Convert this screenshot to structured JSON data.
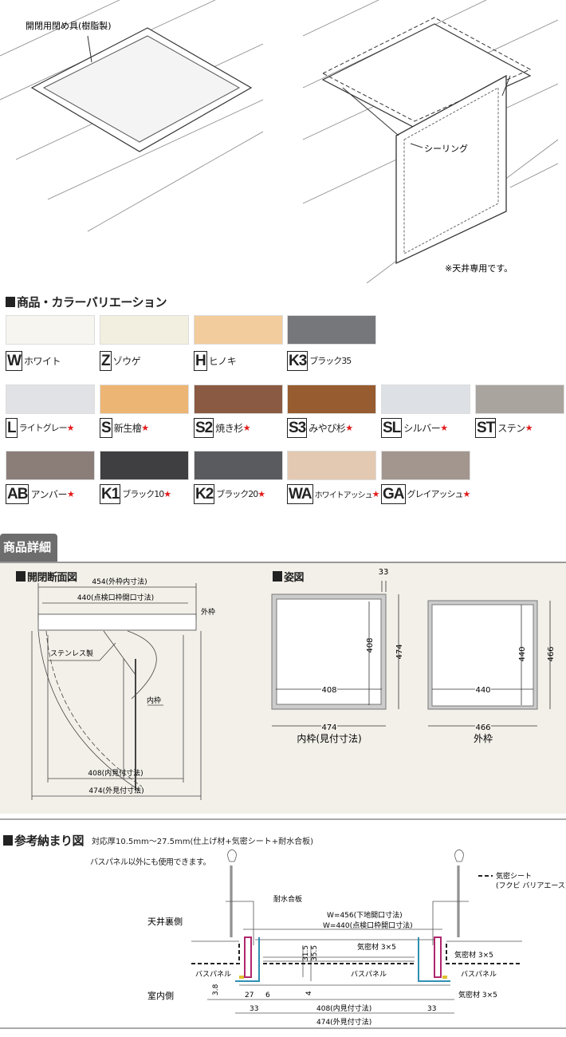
{
  "illustration": {
    "latch_label": "開閉用閉め具(樹脂製)",
    "sealing_label": "シーリング",
    "ceiling_only_note": "※天井専用です。"
  },
  "colors_section": {
    "title": "商品・カラーバリエーション",
    "star": "★",
    "rows": [
      [
        {
          "code": "W",
          "name": "ホワイト",
          "color": "#f6f5f0",
          "star": false
        },
        {
          "code": "Z",
          "name": "ゾウゲ",
          "color": "#f3efe0",
          "star": false
        },
        {
          "code": "H",
          "name": "ヒノキ",
          "color": "#f2cc9c",
          "star": false
        },
        {
          "code": "K3",
          "name": "ブラック35",
          "color": "#76777b",
          "star": false
        }
      ],
      [
        {
          "code": "L",
          "name": "ライトグレー",
          "color": "#e1e2e6",
          "star": true
        },
        {
          "code": "S",
          "name": "新生檜",
          "color": "#edb574",
          "star": true
        },
        {
          "code": "S2",
          "name": "焼き杉",
          "color": "#8a5a42",
          "star": true
        },
        {
          "code": "S3",
          "name": "みやび杉",
          "color": "#975c2f",
          "star": true
        },
        {
          "code": "SL",
          "name": "シルバー",
          "color": "#dde1e6",
          "star": true
        },
        {
          "code": "ST",
          "name": "ステン",
          "color": "#a9a49d",
          "star": true
        }
      ],
      [
        {
          "code": "AB",
          "name": "アンバー",
          "color": "#8b7e79",
          "star": true
        },
        {
          "code": "K1",
          "name": "ブラック10",
          "color": "#3f3f41",
          "star": true
        },
        {
          "code": "K2",
          "name": "ブラック20",
          "color": "#5a5b5e",
          "star": true
        },
        {
          "code": "WA",
          "name": "ホワイトアッシュ",
          "color": "#e3c9b1",
          "star": true
        },
        {
          "code": "GA",
          "name": "グレイアッシュ",
          "color": "#a2968f",
          "star": true
        }
      ]
    ]
  },
  "details": {
    "tab": "商品詳細",
    "section_view": {
      "title": "開閉断面図",
      "dim_454": "454(外枠内寸法)",
      "dim_440": "440(点検口枠開口寸法)",
      "outer_frame": "外枠",
      "stainless": "ステンレス製",
      "inner_frame": "内枠",
      "dim_408": "408(内見付寸法)",
      "dim_474": "474(外見付寸法)"
    },
    "figure": {
      "title": "姿図",
      "dim_33": "33",
      "inner": {
        "caption": "内枠(見付寸法)",
        "w_inner": "408",
        "h_inner": "408",
        "w_outer": "474",
        "h_outer": "474"
      },
      "outer": {
        "caption": "外枠",
        "w_inner": "440",
        "h_inner": "440",
        "w_outer": "466",
        "h_outer": "466"
      }
    }
  },
  "reference": {
    "title": "参考納まり図",
    "thickness": "対応厚10.5mm〜27.5mm(仕上げ材+気密シート+耐水合板)",
    "note": "バスパネル以外にも使用できます。",
    "legend_line1": "気密シート",
    "legend_line2": "(フクビ バリアエース)",
    "plywood": "耐水合板",
    "w456": "W=456(下地開口寸法)",
    "w440": "W=440(点検口枠開口寸法)",
    "ceiling_back": "天井裏側",
    "indoor": "室内側",
    "seal1": "気密材 3×5",
    "seal2": "気密材 3×5",
    "seal3": "気密材 3×5",
    "bath_panel": "バスパネル",
    "d315": "31.5",
    "d355": "35.5",
    "d38": "3.8",
    "d27": "27",
    "d6": "6",
    "d4": "4",
    "d33": "33",
    "d408": "408(内見付寸法)",
    "d474": "474(外見付寸法)"
  }
}
